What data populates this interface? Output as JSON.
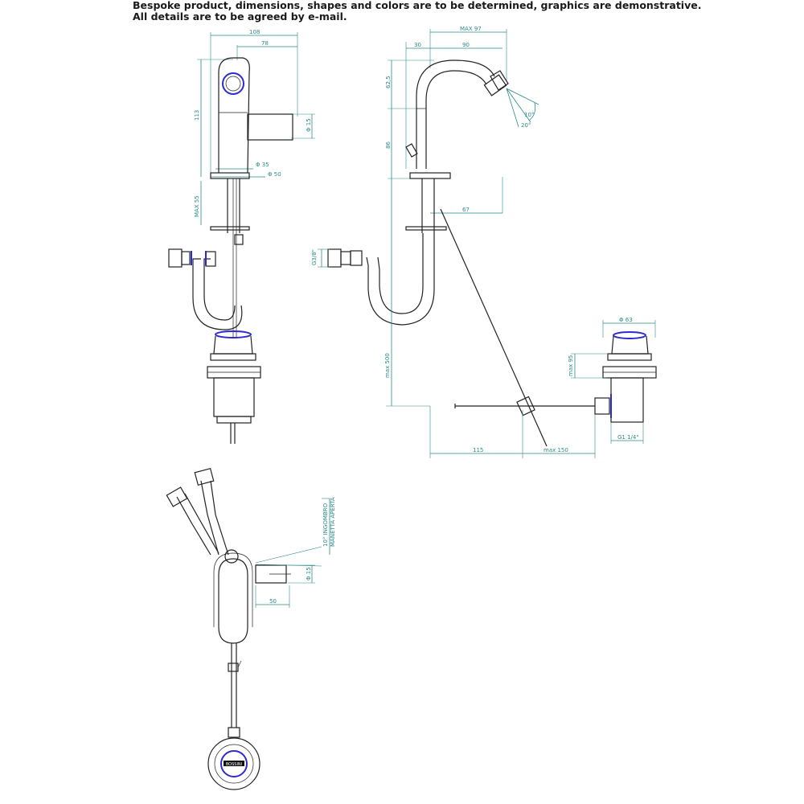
{
  "notice": {
    "line1": "Bespoke product, dimensions, shapes and colors are to be determined, graphics are demonstrative.",
    "line2": "All details are to be agreed by e-mail."
  },
  "colors": {
    "dimension": "#2a8a8a",
    "outline": "#222222",
    "accent_ring": "#2b2bd0"
  },
  "dimensions": {
    "side_view": {
      "overall_width": "108",
      "spout_length": "78",
      "height": "113",
      "spout_diameter": "Φ 15",
      "base_diameter_inner": "Φ 35",
      "base_diameter_outer": "Φ 50",
      "max_thickness": "MAX 55"
    },
    "front_view": {
      "max_width": "MAX 97",
      "body_offset": "30",
      "spout_reach": "90",
      "top_height": "62,5",
      "lever_height": "86",
      "aerator_angle_1": "10°",
      "aerator_angle_2": "20°",
      "base_reach": "67",
      "hose_connector": "G3/8\"",
      "max_depth": "max 500",
      "waste_offset": "115",
      "rod_max": "max 150",
      "waste_diameter": "Φ 63",
      "waste_height": "max 95",
      "waste_thread": "G1 1/4\""
    },
    "top_view": {
      "aerator_angle_label": "10° INGOMBRO",
      "aerator_angle_label2": "MANETTA APERTA",
      "spout_diameter": "Φ 15",
      "spout_length": "50"
    }
  },
  "brand_label": "BOSSINI"
}
